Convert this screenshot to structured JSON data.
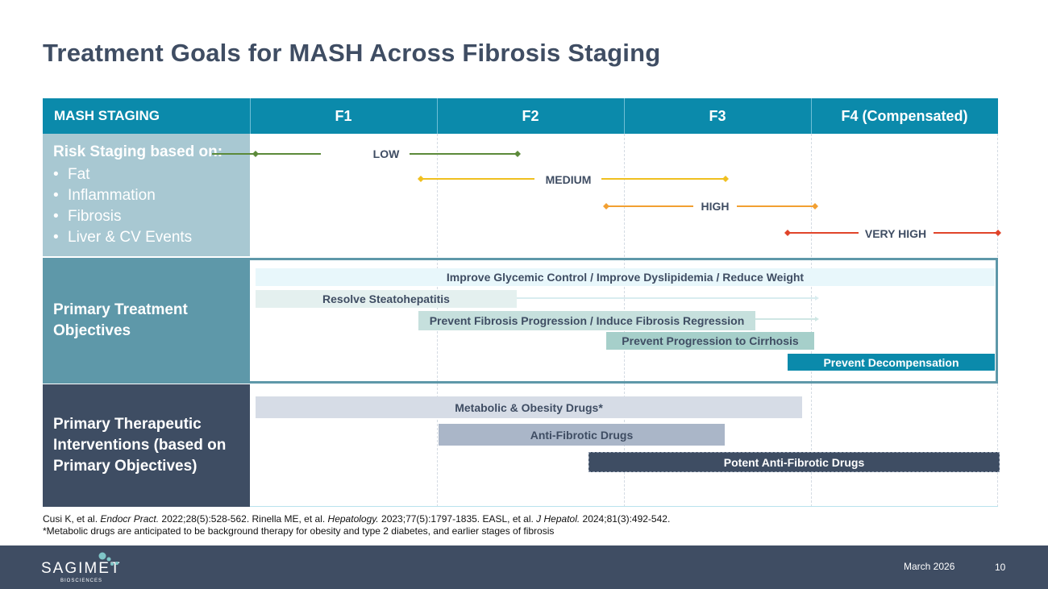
{
  "title": "Treatment Goals for MASH Across Fibrosis Staging",
  "header": {
    "first": "MASH STAGING",
    "stages": [
      "F1",
      "F2",
      "F3",
      "F4 (Compensated)"
    ]
  },
  "risk": {
    "heading": "Risk Staging based on:",
    "bullet": "•",
    "items": [
      "Fat",
      "Inflammation",
      "Fibrosis",
      "Liver & CV Events"
    ],
    "levels": [
      {
        "label": "LOW",
        "color": "#5c8a3a"
      },
      {
        "label": "MEDIUM",
        "color": "#f0c020"
      },
      {
        "label": "HIGH",
        "color": "#f2a032"
      },
      {
        "label": "VERY HIGH",
        "color": "#e0442a"
      }
    ]
  },
  "objectives": {
    "label": "Primary Treatment Objectives",
    "bars": [
      "Improve Glycemic Control / Improve Dyslipidemia / Reduce Weight",
      "Resolve Steatohepatitis",
      "Prevent Fibrosis Progression / Induce Fibrosis Regression",
      "Prevent Progression to Cirrhosis",
      "Prevent Decompensation"
    ]
  },
  "interventions": {
    "label": "Primary Therapeutic Interventions (based on Primary Objectives)",
    "bars": [
      "Metabolic & Obesity Drugs*",
      "Anti-Fibrotic Drugs",
      "Potent Anti-Fibrotic Drugs"
    ]
  },
  "references": {
    "r1_a": "Cusi K, et al. ",
    "r1_j": "Endocr Pract.",
    "r1_b": " 2022;28(5):528-562. Rinella ME, et al. ",
    "r2_j": "Hepatology.",
    "r2_b": " 2023;77(5):1797-1835. EASL, et al. ",
    "r3_j": "J Hepatol.",
    "r3_b": " 2024;81(3):492-542.",
    "footnote": "*Metabolic drugs are anticipated to be background therapy  for obesity and type 2 diabetes, and earlier stages of fibrosis"
  },
  "footer": {
    "logo": "SAGIMET",
    "logo_sub": "BIOSCIENCES",
    "date": "March 2026",
    "page": "10"
  }
}
